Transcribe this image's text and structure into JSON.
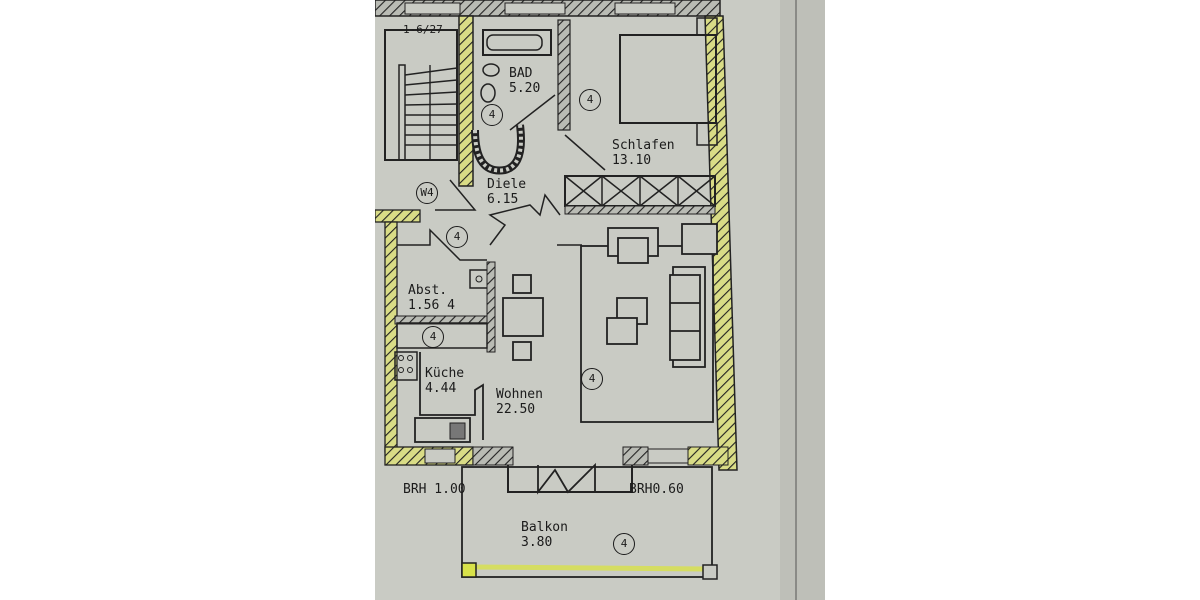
{
  "plan": {
    "rooms": [
      {
        "name": "BAD",
        "area": "5.20"
      },
      {
        "name": "Schlafen",
        "area": "13.10"
      },
      {
        "name": "Diele",
        "area": "6.15"
      },
      {
        "name": "Abst.",
        "area": "1.56",
        "extra": "4"
      },
      {
        "name": "Küche",
        "area": "4.44"
      },
      {
        "name": "Wohnen",
        "area": "22.50"
      },
      {
        "name": "Balkon",
        "area": "3.80"
      }
    ],
    "stair_label": "1-6/27",
    "markers": {
      "floor_code": "4",
      "apartment": "W4"
    },
    "sill_heights": [
      {
        "label": "BRH 1.00"
      },
      {
        "label": "BRH0.60"
      }
    ]
  },
  "colors": {
    "paper": "#c9cbc4",
    "ink": "#1b1b1b",
    "highlight": "#d8e24a",
    "background": "#ffffff"
  }
}
